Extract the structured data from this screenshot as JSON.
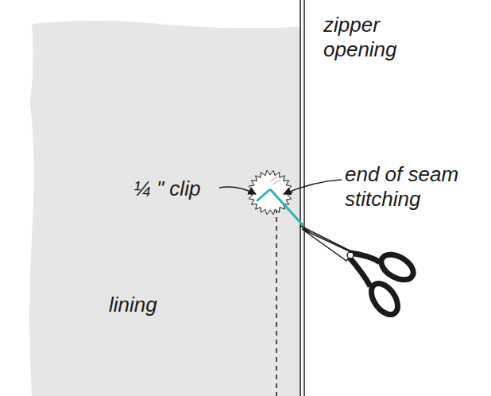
{
  "diagram": {
    "labels": [
      "zipper opening",
      "¼ \" clip",
      "end of seam stitching",
      "lining"
    ]
  }
}
